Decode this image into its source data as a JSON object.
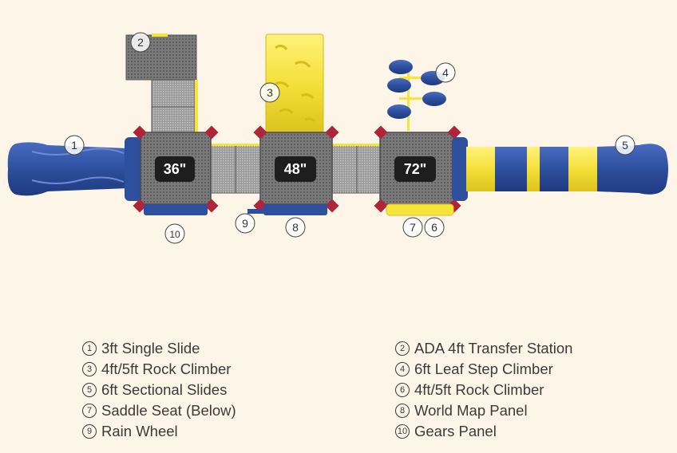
{
  "platforms": [
    {
      "id": "p36",
      "height_label": "36\""
    },
    {
      "id": "p48",
      "height_label": "48\""
    },
    {
      "id": "p72",
      "height_label": "72\""
    }
  ],
  "callouts": [
    "1",
    "2",
    "3",
    "4",
    "5",
    "6",
    "7",
    "8",
    "9",
    "10"
  ],
  "legend": {
    "left": [
      {
        "num": "1",
        "label": "3ft Single Slide"
      },
      {
        "num": "3",
        "label": "4ft/5ft Rock Climber"
      },
      {
        "num": "5",
        "label": "6ft Sectional Slides"
      },
      {
        "num": "7",
        "label": "Saddle Seat (Below)"
      },
      {
        "num": "9",
        "label": "Rain Wheel"
      }
    ],
    "right": [
      {
        "num": "2",
        "label": "ADA 4ft Transfer Station"
      },
      {
        "num": "4",
        "label": "6ft Leaf Step Climber"
      },
      {
        "num": "6",
        "label": "4ft/5ft Rock Climber"
      },
      {
        "num": "8",
        "label": "World Map Panel"
      },
      {
        "num": "10",
        "label": "Gears Panel"
      }
    ]
  },
  "colors": {
    "background": "#fdf5e8",
    "blue": "#2f4f9e",
    "yellow": "#f5e43a",
    "deck_gray": "#6d6d6d",
    "post_red": "#b0243a",
    "label_bg": "#1e1e1e"
  }
}
